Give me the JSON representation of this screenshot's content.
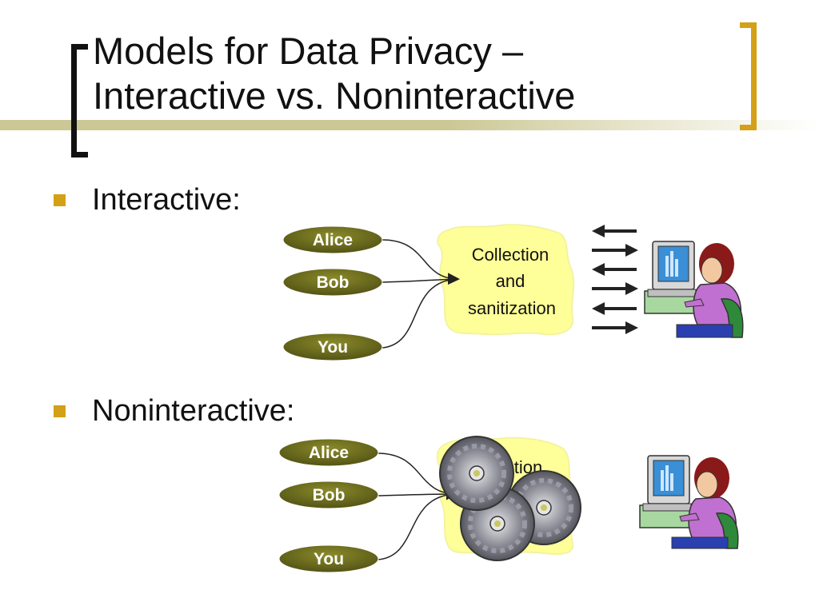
{
  "title": {
    "line1": "Models for Data Privacy –",
    "line2": "Interactive vs. Noninteractive"
  },
  "bullets": [
    {
      "label": "Interactive:"
    },
    {
      "label": "Noninteractive:"
    }
  ],
  "interactive": {
    "participants": [
      "Alice",
      "Bob",
      "You"
    ],
    "box_lines": [
      "Collection",
      "and",
      "sanitization"
    ],
    "arrow_directions": [
      "left",
      "right",
      "left",
      "right",
      "left",
      "right"
    ]
  },
  "noninteractive": {
    "participants": [
      "Alice",
      "Bob",
      "You"
    ],
    "box_partial_text": "ction"
  },
  "icons": {
    "discs": "cd-disc-icon",
    "analyst": "analyst-at-computer-icon"
  },
  "colors": {
    "accent": "#d4a017",
    "pill": "#6b6b1e",
    "blob": "#ffff99",
    "bar": "#ccc896"
  }
}
